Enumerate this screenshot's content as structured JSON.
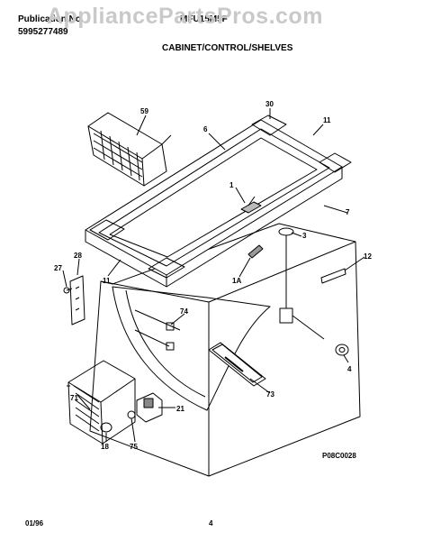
{
  "header": {
    "publication_label": "Publication No.",
    "publication_number": "5995277489",
    "model": "MFU15M5F",
    "section_title": "CABINET/CONTROL/SHELVES",
    "watermark": "AppliancePartsPros.com"
  },
  "diagram": {
    "callouts": [
      "59",
      "30",
      "6",
      "11",
      "1",
      "7",
      "3",
      "12",
      "28",
      "27",
      "11",
      "1A",
      "74",
      "4",
      "73",
      "71",
      "21",
      "18",
      "75"
    ],
    "code": "P08C0028"
  },
  "footer": {
    "date": "01/96",
    "page": "4"
  }
}
